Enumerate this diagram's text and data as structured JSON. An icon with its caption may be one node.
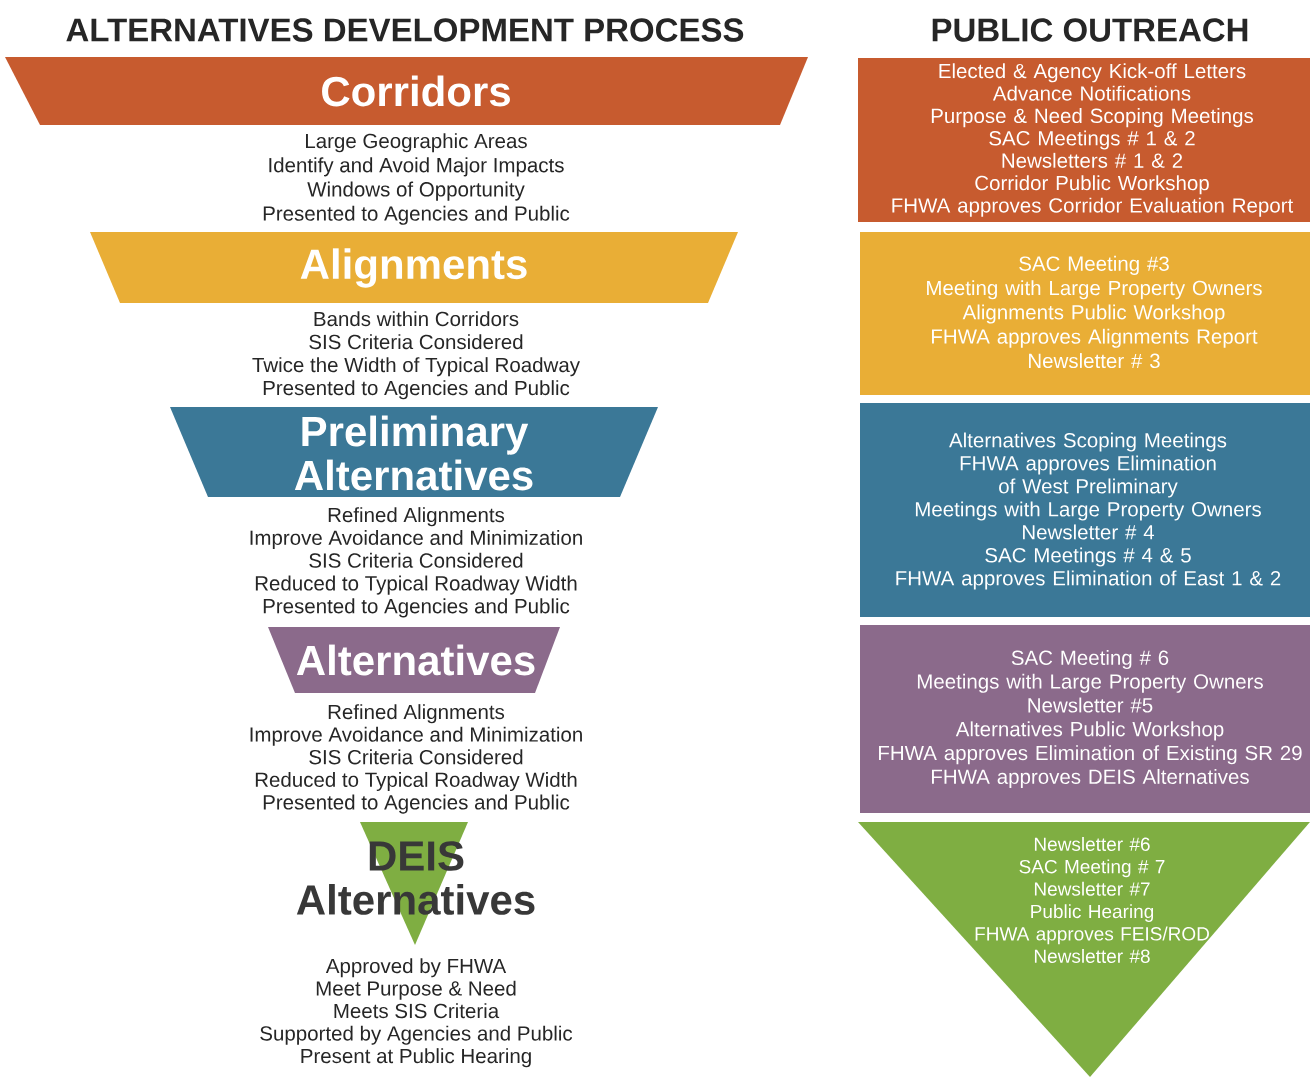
{
  "diagram": {
    "nodes": [
      {
        "text": [
          "Corridors"
        ],
        "beside": [
          "Large Geographic Areas",
          "Identify and Avoid Major Impacts",
          "Windows of Opportunity",
          "Presented to Agencies and Public"
        ]
      },
      {
        "text": [
          "Alignments"
        ],
        "beside": [
          "Bands within Corridors",
          "SIS Criteria Considered",
          "Twice the Width of Typical Roadway",
          "Presented to Agencies and Public"
        ]
      },
      {
        "text": [
          "Preliminary Alternatives"
        ],
        "beside": [
          "Refined Alignments",
          "Improve Avoidance and Minimization",
          "SIS Criteria Considered",
          "Reduced to Typical Roadway Width",
          "Presented to Agencies and Public"
        ]
      },
      {
        "text": [
          "Alternatives"
        ],
        "beside": [
          "Refined Alignments",
          "Improve Avoidance and Minimization",
          "SIS Criteria Considered",
          "Reduced to Typical Roadway Width",
          "Presented to Agencies and Public"
        ]
      },
      {
        "text": [
          "DEIS Alternatives"
        ],
        "beside": [
          "Approved by FHWA",
          "Meet Purpose & Need",
          "Meets SIS Criteria",
          "Supported by Agencies and Public",
          "Present at Public Hearing"
        ]
      },
      {
        "text": [
          "Elected & Agency Kick-off Letters",
          "Advance Notifications",
          "Purpose & Need Scoping Meetings",
          "SAC Meetings # 1 & 2",
          "Newsletters # 1 & 2",
          "Corridor Public Workshop",
          "FHWA approves Corridor Evaluation Report"
        ]
      },
      {
        "text": [
          "SAC Meeting #3",
          "Meeting with Large Property Owners",
          "Alignments Public Workshop",
          "FHWA approves Alignments Report",
          "Newsletter # 3"
        ]
      },
      {
        "text": [
          "Alternatives Scoping Meetings",
          "FHWA approves Elimination of West Preliminary",
          "Meetings with Large Property Owners",
          "Newsletter # 4",
          "SAC Meetings # 4 & 5",
          "FHWA approves Elimination of East 1 & 2"
        ]
      },
      {
        "text": [
          "SAC Meeting # 6",
          "Meetings with Large Property Owners",
          "Newsletter #5",
          "Alternatives Public Workshop",
          "FHWA approves Elimination of Existing SR 29",
          "FHWA  approves DEIS Alternatives"
        ]
      },
      {
        "text": [
          "Newsletter #6",
          "SAC Meeting # 7",
          "Newsletter #7",
          "Public Hearing",
          "FHWA approves FEIS/ROD",
          "Newsletter #8"
        ]
      }
    ],
    "labels": [
      "ALTERNATIVES DEVELOPMENT PROCESS",
      "PUBLIC OUTREACH"
    ]
  }
}
